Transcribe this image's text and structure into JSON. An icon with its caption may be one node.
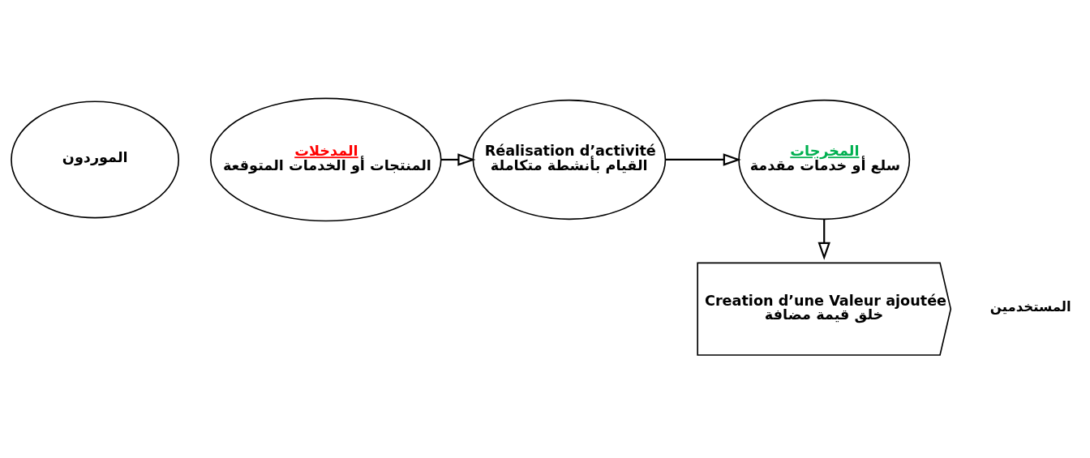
{
  "diagram": {
    "nodes": [
      {
        "text": [
          "الموردون"
        ]
      },
      {
        "text": [
          "المدخلات",
          "المنتجات أو الخدمات المتوقعة"
        ]
      },
      {
        "text": [
          "Réalisation d’activité",
          "القيام بأنشطة متكاملة"
        ]
      },
      {
        "text": [
          "المخرجات",
          "سلع أو خدمات مقدمة"
        ]
      },
      {
        "text": [
          "Creation d’une Valeur ajoutée",
          "خلق قيمة مضافة"
        ]
      }
    ],
    "edges": [
      {
        "from": 1,
        "to": 2,
        "arrow": "to"
      },
      {
        "from": 2,
        "to": 3,
        "arrow": "to"
      },
      {
        "from": 3,
        "to": 4,
        "arrow": "to"
      }
    ],
    "labels": [
      "المستخدمين"
    ]
  }
}
